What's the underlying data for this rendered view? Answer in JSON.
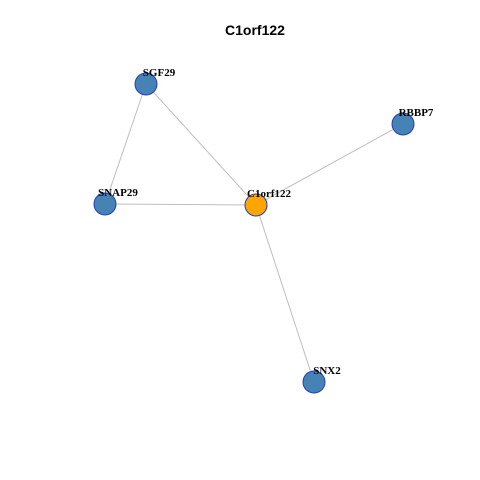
{
  "title": "C1orf122",
  "colors": {
    "background": "#ffffff",
    "edge": "#bebebe",
    "center_node_fill": "#ffa500",
    "peripheral_node_fill": "#4682b4",
    "node_border": "#1f3fbf"
  },
  "nodes": [
    {
      "id": "C1orf122",
      "label": "C1orf122",
      "role": "center"
    },
    {
      "id": "SGF29",
      "label": "SGF29",
      "role": "partner"
    },
    {
      "id": "RBBP7",
      "label": "RBBP7",
      "role": "partner"
    },
    {
      "id": "SNAP29",
      "label": "SNAP29",
      "role": "partner"
    },
    {
      "id": "SNX2",
      "label": "SNX2",
      "role": "partner"
    }
  ],
  "edges": [
    {
      "source": "SGF29",
      "target": "SNAP29"
    },
    {
      "source": "SGF29",
      "target": "C1orf122"
    },
    {
      "source": "SNAP29",
      "target": "C1orf122"
    },
    {
      "source": "RBBP7",
      "target": "C1orf122"
    },
    {
      "source": "SNX2",
      "target": "C1orf122"
    }
  ]
}
